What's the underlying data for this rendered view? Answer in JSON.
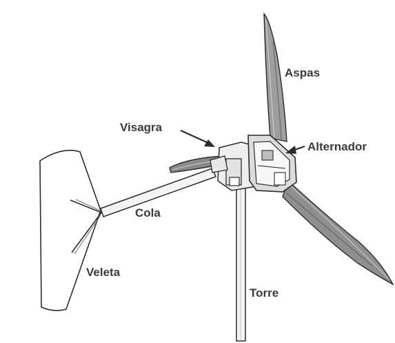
{
  "labels": {
    "blades": "Aspas",
    "hinge": "Visagra",
    "alternator": "Alternador",
    "tail": "Cola",
    "vane": "Veleta",
    "tower": "Torre"
  },
  "colors": {
    "line": "#2b2b2b",
    "text": "#3a3a3a",
    "blade_shade": "#9a9a9a",
    "background": "#ffffff"
  }
}
